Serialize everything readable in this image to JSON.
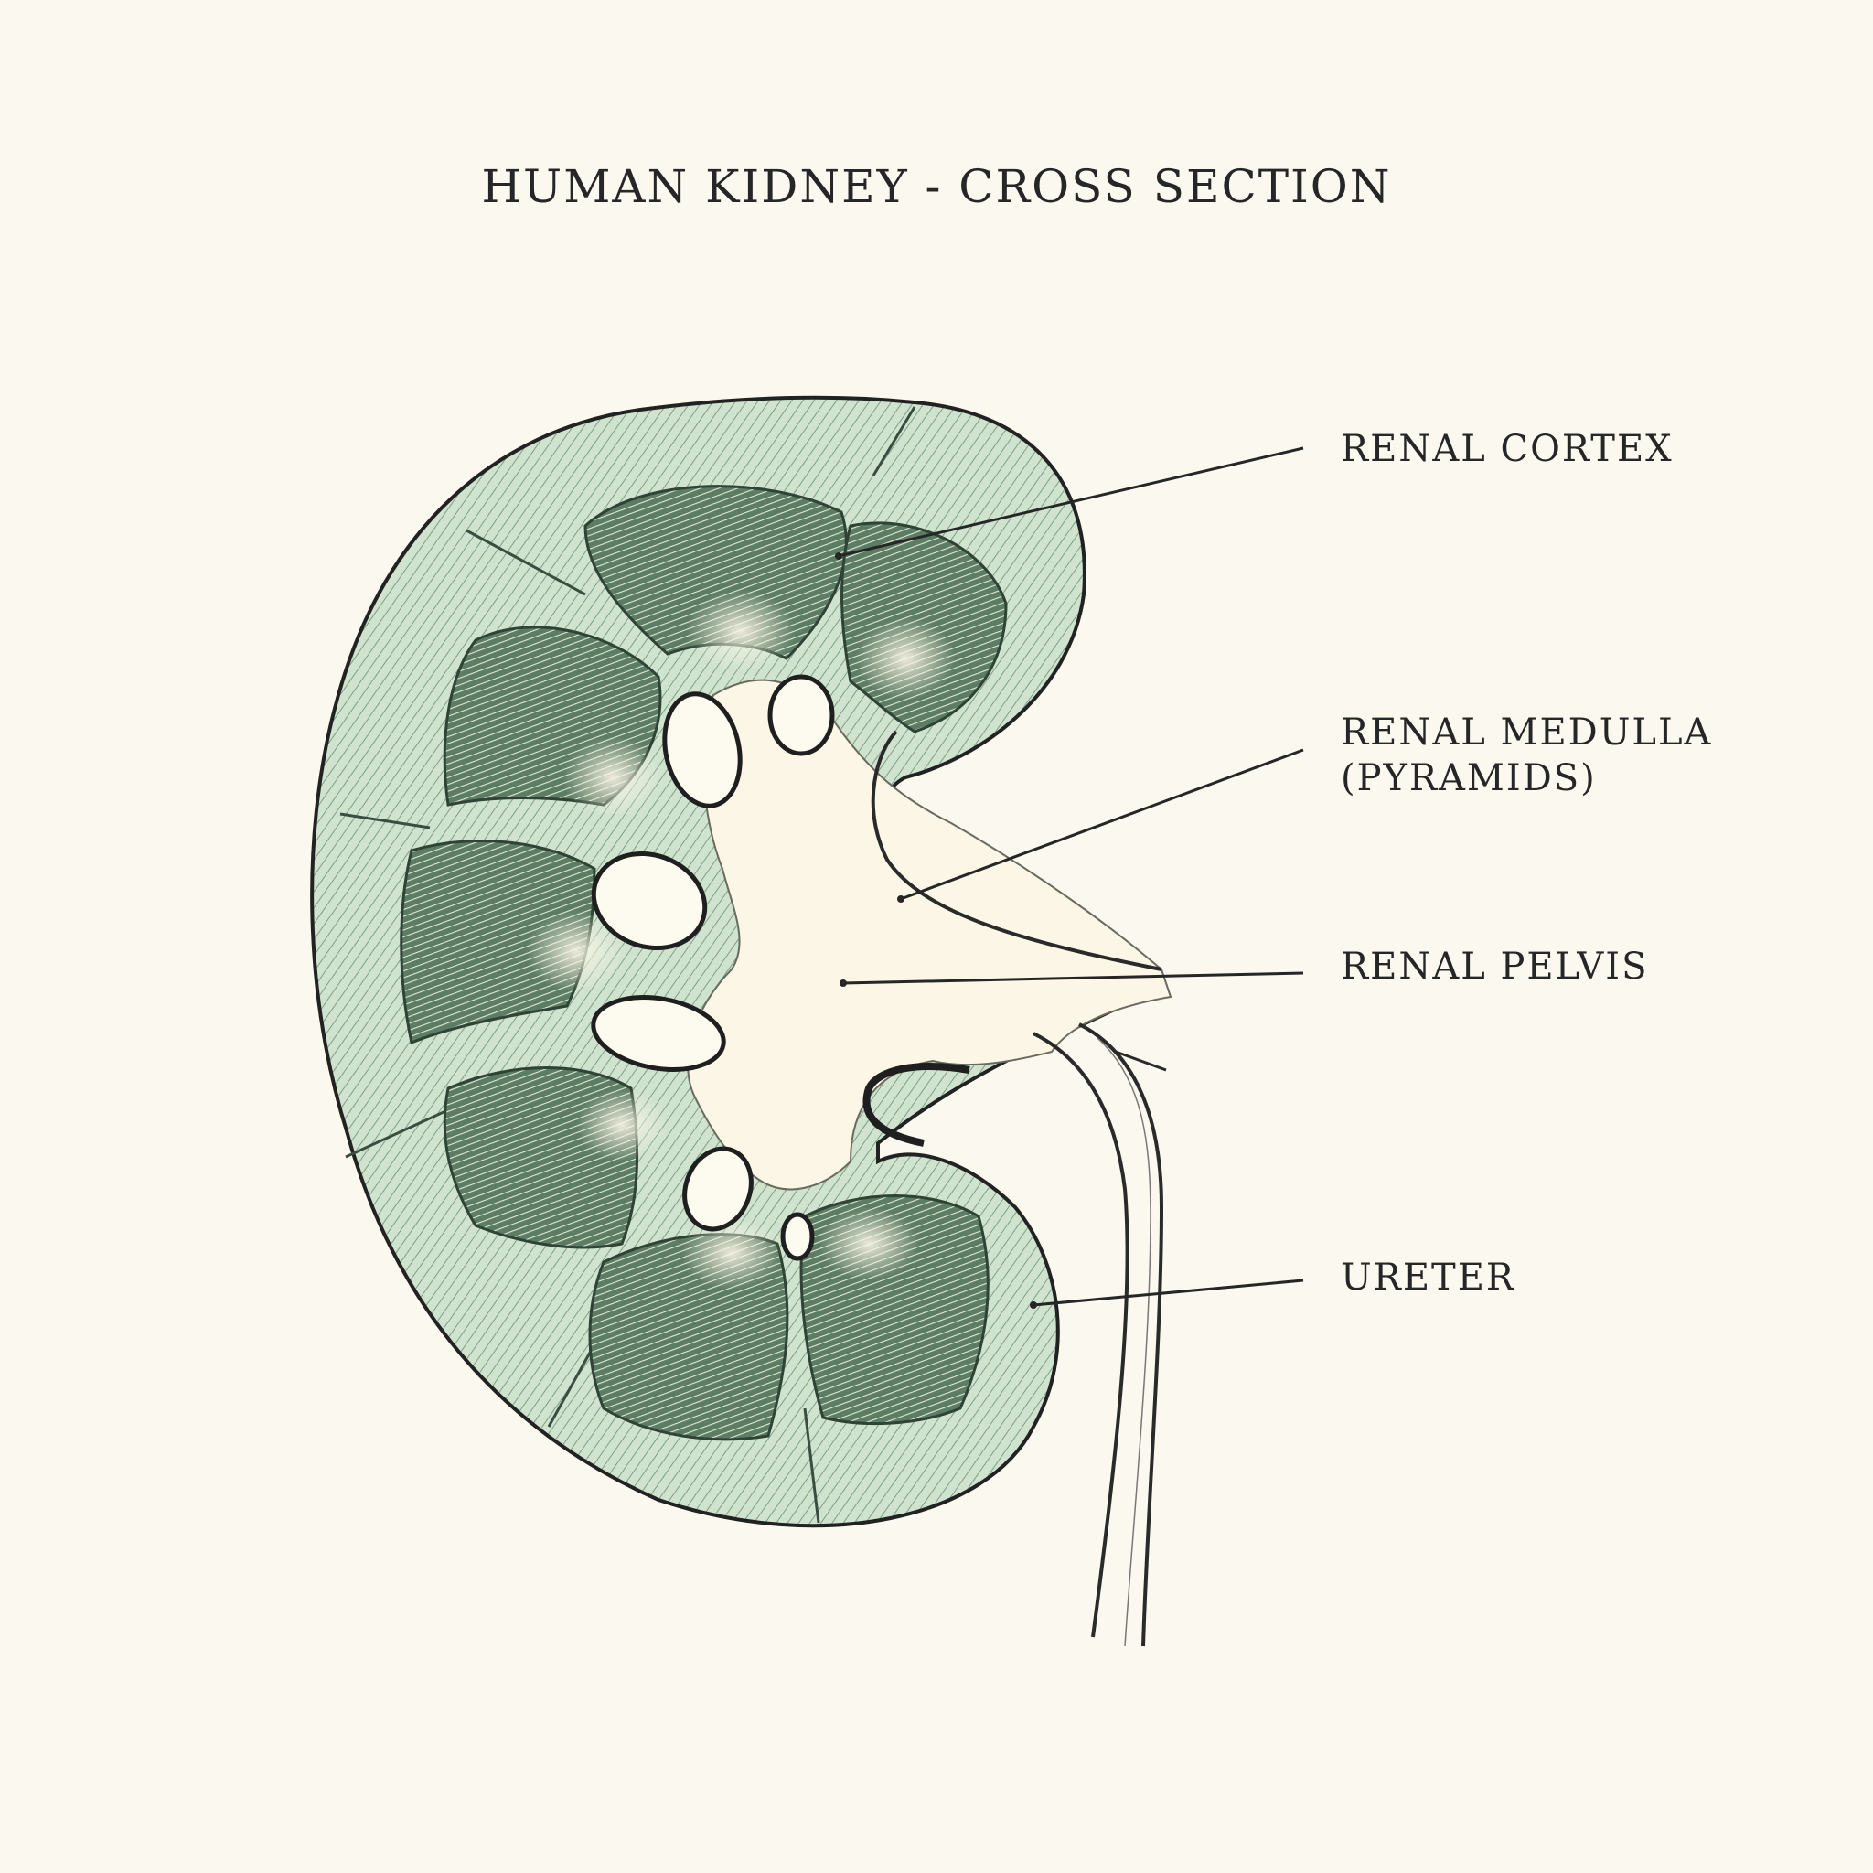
{
  "title": "HUMAN KIDNEY - CROSS SECTION",
  "labels": {
    "cortex": "RENAL CORTEX",
    "medulla_line1": "RENAL MEDULLA",
    "medulla_line2": "(PYRAMIDS)",
    "pelvis": "RENAL PELVIS",
    "ureter": "URETER"
  },
  "colors": {
    "paper": "#fbf8ef",
    "cortex_green": "#cfe3cf",
    "medulla_green": "#4f6e56",
    "ink": "#262626",
    "pelvis_cream": "#fbf6e6"
  }
}
